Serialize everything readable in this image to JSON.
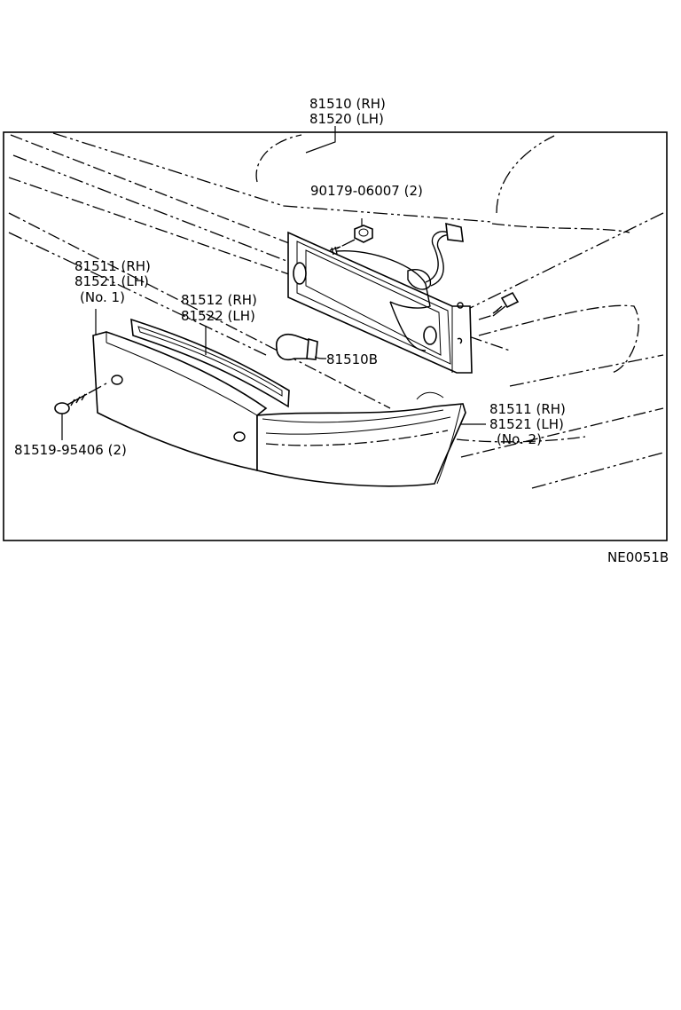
{
  "callouts": {
    "lamp_assy": [
      "81510 (RH)",
      "81520 (LH)"
    ],
    "nut": "90179-06007 (2)",
    "lens_no1": [
      "81511 (RH)",
      "81521 (LH)",
      "(No. 1)"
    ],
    "gasket": [
      "81512 (RH)",
      "81522 (LH)"
    ],
    "bulb": "81510B",
    "lens_no2": [
      "81511 (RH)",
      "81521 (LH)",
      "(No. 2)"
    ],
    "screw": "81519-95406 (2)"
  },
  "figure_code": "NE0051B"
}
